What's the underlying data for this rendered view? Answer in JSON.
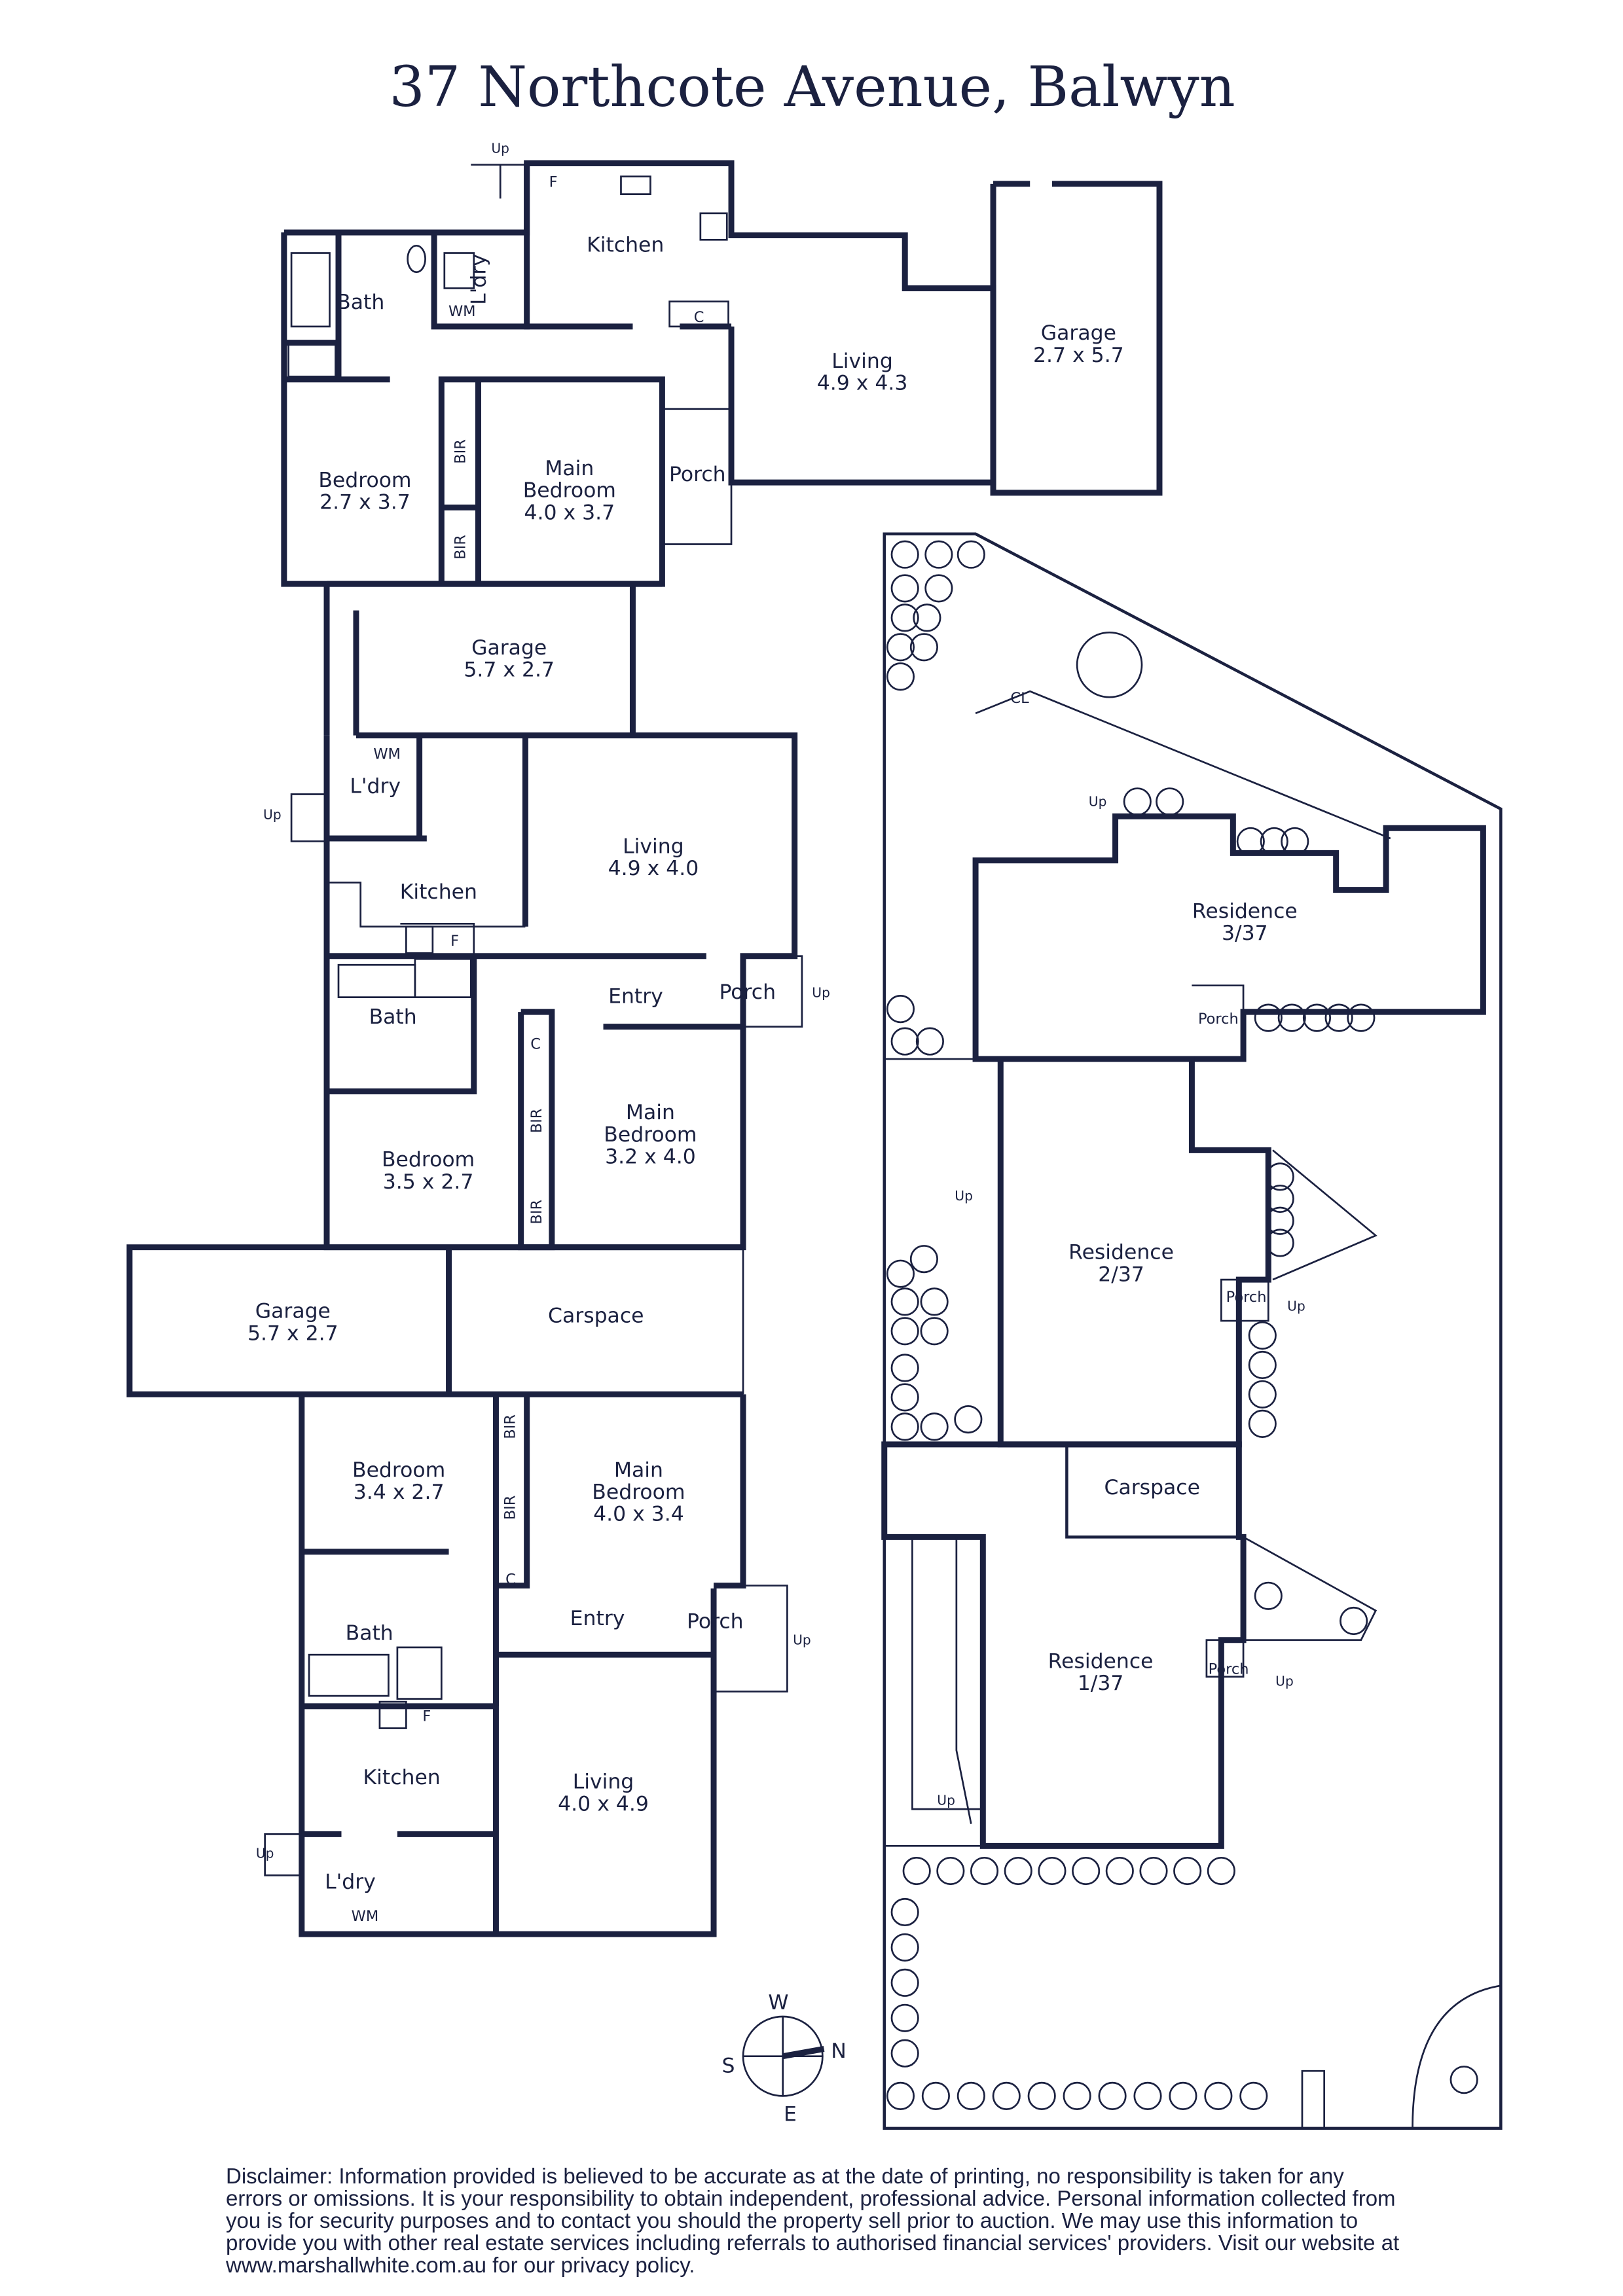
{
  "title": "37 Northcote Avenue, Balwyn",
  "colors": {
    "ink": "#1b2140",
    "background": "#ffffff"
  },
  "unit_top": {
    "bath": "Bath",
    "laundry": "L'dry",
    "wm": "WM",
    "fridge": "F",
    "kitchen": "Kitchen",
    "cupboard": "C",
    "living": {
      "name": "Living",
      "dims": "4.9 x 4.3"
    },
    "garage": {
      "name": "Garage",
      "dims": "2.7 x 5.7"
    },
    "bedroom": {
      "name": "Bedroom",
      "dims": "2.7 x 3.7"
    },
    "bir": "BIR",
    "main_bedroom": {
      "name": "Main",
      "name2": "Bedroom",
      "dims": "4.0 x 3.7"
    },
    "porch": "Porch",
    "up": "Up"
  },
  "unit_middle": {
    "garage": {
      "name": "Garage",
      "dims": "5.7 x 2.7"
    },
    "wm": "WM",
    "laundry": "L'dry",
    "up": "Up",
    "living": {
      "name": "Living",
      "dims": "4.9 x 4.0"
    },
    "kitchen": "Kitchen",
    "fridge": "F",
    "entry": "Entry",
    "porch": "Porch",
    "bath": "Bath",
    "cupboard": "C",
    "bir": "BIR",
    "main_bedroom": {
      "name": "Main",
      "name2": "Bedroom",
      "dims": "3.2 x 4.0"
    },
    "bedroom": {
      "name": "Bedroom",
      "dims": "3.5 x 2.7"
    }
  },
  "unit_bottom": {
    "garage": {
      "name": "Garage",
      "dims": "5.7 x 2.7"
    },
    "carspace": "Carspace",
    "bir": "BIR",
    "bedroom": {
      "name": "Bedroom",
      "dims": "3.4 x 2.7"
    },
    "main_bedroom": {
      "name": "Main",
      "name2": "Bedroom",
      "dims": "4.0 x 3.4"
    },
    "cupboard": "C",
    "entry": "Entry",
    "porch": "Porch",
    "up": "Up",
    "bath": "Bath",
    "fridge": "F",
    "kitchen": "Kitchen",
    "living": {
      "name": "Living",
      "dims": "4.0 x 4.9"
    },
    "laundry": "L'dry",
    "wm": "WM"
  },
  "site": {
    "cl": "CL",
    "up": "Up",
    "res3": {
      "name": "Residence",
      "num": "3/37"
    },
    "res2": {
      "name": "Residence",
      "num": "2/37"
    },
    "res1": {
      "name": "Residence",
      "num": "1/37"
    },
    "porch": "Porch",
    "carspace": "Carspace"
  },
  "compass": {
    "w": "W",
    "n": "N",
    "s": "S",
    "e": "E"
  },
  "disclaimer": "Disclaimer: Information provided is believed to be accurate as at the date of printing, no responsibility is taken for any errors or omissions. It is your responsibility to obtain independent, professional advice. Personal information collected from you is for security purposes and to contact you should the property sell prior to auction. We may use this information to provide you with other real estate services including referrals to authorised financial services' providers. Visit our website at www.marshallwhite.com.au for our privacy policy."
}
